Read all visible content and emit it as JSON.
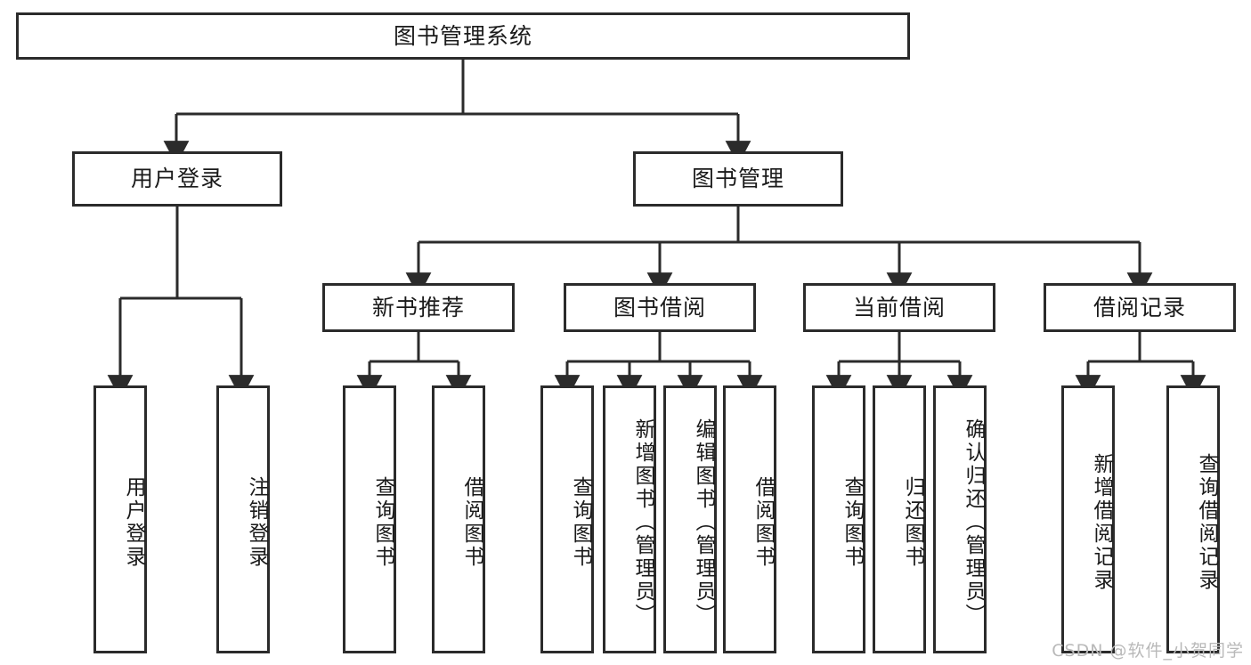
{
  "diagram": {
    "title": "图书管理系统",
    "type": "tree-hierarchy-diagram",
    "colors": {
      "box_border": "#2b2b2b",
      "box_fill": "#ffffff",
      "connector": "#2b2b2b",
      "watermark": "#b9b9b9",
      "background": "#ffffff"
    },
    "root": {
      "label": "图书管理系统"
    },
    "level2": [
      {
        "label": "用户登录"
      },
      {
        "label": "图书管理"
      }
    ],
    "level3": [
      {
        "label": "新书推荐"
      },
      {
        "label": "图书借阅"
      },
      {
        "label": "当前借阅"
      },
      {
        "label": "借阅记录"
      }
    ],
    "leaves": {
      "user_login": [
        {
          "label": "用户登录"
        },
        {
          "label": "注销登录"
        }
      ],
      "new_book_recommend": [
        {
          "label": "查询图书"
        },
        {
          "label": "借阅图书"
        }
      ],
      "book_borrow": [
        {
          "label": "查询图书"
        },
        {
          "label": "新增图书（管理员）"
        },
        {
          "label": "编辑图书（管理员）"
        },
        {
          "label": "借阅图书"
        }
      ],
      "current_borrow": [
        {
          "label": "查询图书"
        },
        {
          "label": "归还图书"
        },
        {
          "label": "确认归还（管理员）"
        }
      ],
      "borrow_record": [
        {
          "label": "新增借阅记录"
        },
        {
          "label": "查询借阅记录"
        }
      ]
    }
  },
  "watermark": {
    "text": "CSDN @软件_小贺同学"
  }
}
